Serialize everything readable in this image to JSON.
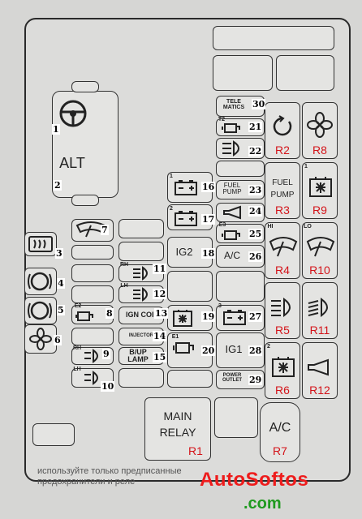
{
  "labels": {
    "alt": "ALT",
    "telematics": "TELE\nMATICS",
    "fuel_pump_small": "FUEL\nPUMP",
    "ig2": "IG2",
    "ac_small": "A/C",
    "ign_coil": "IGN COIL",
    "injector": "INJECTOR",
    "bup_lamp": "B/UP\nLAMP",
    "ig1": "IG1",
    "power_outlet": "POWER\nOUTLET",
    "main_relay": "MAIN\nRELAY",
    "fuel_pump_relay": "FUEL\nPUMP",
    "ac_relay": "A/C",
    "rh1": "RH",
    "lh1": "LH",
    "rh2": "RH",
    "lh2": "LH",
    "hi": "HI",
    "lo": "LO",
    "e1": "E1",
    "e2": "E2",
    "e3": "E3",
    "t2": "T2",
    "n1": "1",
    "n2": "2",
    "n3": "3"
  },
  "numbers": [
    "1",
    "2",
    "3",
    "4",
    "5",
    "6",
    "7",
    "8",
    "9",
    "10",
    "11",
    "12",
    "13",
    "14",
    "15",
    "16",
    "17",
    "18",
    "19",
    "20",
    "21",
    "22",
    "23",
    "24",
    "25",
    "26",
    "27",
    "28",
    "29",
    "30"
  ],
  "relays": [
    "R1",
    "R2",
    "R3",
    "R4",
    "R5",
    "R6",
    "R7",
    "R8",
    "R9",
    "R10",
    "R11",
    "R12"
  ],
  "footer": {
    "line1": "используйте только предписанные",
    "line2": "предохранители и реле"
  },
  "watermark": {
    "line1": "AutoSoftos",
    "line2": ".com"
  },
  "colors": {
    "relay_label": "#d4141a",
    "watermark_red": "#ee1c1c",
    "watermark_green": "#1f9a1f"
  }
}
